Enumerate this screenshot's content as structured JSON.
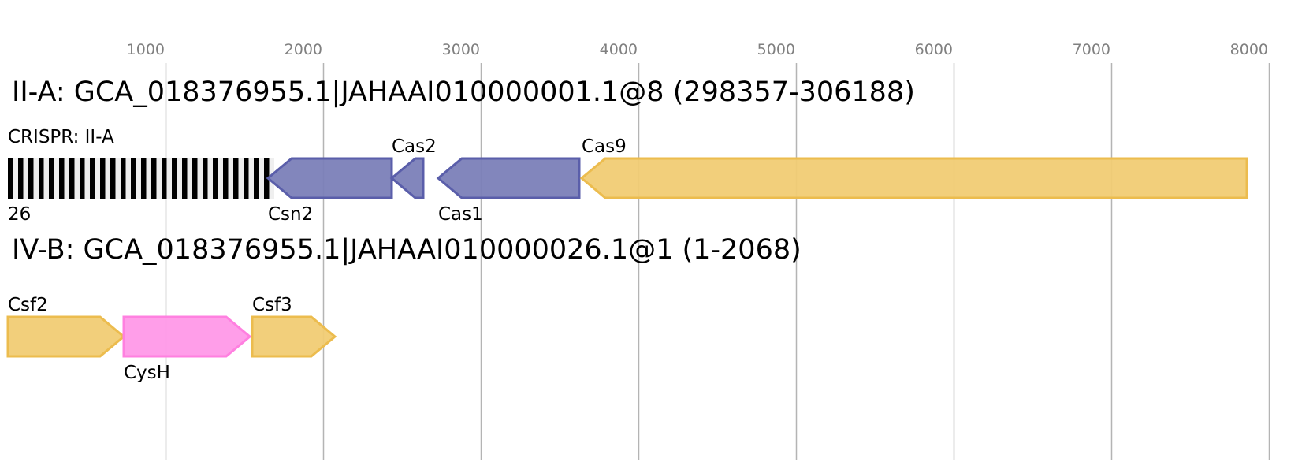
{
  "axis": {
    "ticks": [
      1000,
      2000,
      3000,
      4000,
      5000,
      6000,
      7000,
      8000
    ],
    "tick_labels": [
      "1000",
      "2000",
      "3000",
      "4000",
      "5000",
      "6000",
      "7000",
      "8000"
    ],
    "range": [
      0,
      8000
    ]
  },
  "colors": {
    "grid": "#b4b4b4",
    "tick_text": "#808080",
    "cas_blue_fill": "#7b7fb8",
    "cas_blue_stroke": "#5a5eaa",
    "yellow_fill": "#f1cc74",
    "yellow_stroke": "#ecbc4e",
    "pink_fill": "#ff99e8",
    "pink_stroke": "#ff80e0",
    "crispr_bar": "#000000",
    "crispr_bg": "#efefef"
  },
  "tracks": [
    {
      "title": "II-A: GCA_018376955.1|JAHAAI010000001.1@8 (298357-306188)",
      "crispr": {
        "label": "CRISPR: II-A",
        "count_label": "26",
        "start": 0,
        "end": 1700,
        "repeats": 26
      },
      "genes": [
        {
          "name": "Csn2",
          "start": 1650,
          "end": 2435,
          "strand": "-",
          "color": "blue",
          "label_pos": "below"
        },
        {
          "name": "Cas2",
          "start": 2435,
          "end": 2635,
          "strand": "-",
          "color": "blue",
          "label_pos": "above"
        },
        {
          "name": "Cas1",
          "start": 2730,
          "end": 3625,
          "strand": "-",
          "color": "blue",
          "label_pos": "below"
        },
        {
          "name": "Cas9",
          "start": 3640,
          "end": 7860,
          "strand": "-",
          "color": "yellow",
          "label_pos": "above"
        }
      ]
    },
    {
      "title": "IV-B: GCA_018376955.1|JAHAAI010000026.1@1 (1-2068)",
      "genes": [
        {
          "name": "Csf2",
          "start": 0,
          "end": 735,
          "strand": "+",
          "color": "yellow",
          "label_pos": "above"
        },
        {
          "name": "CysH",
          "start": 735,
          "end": 1535,
          "strand": "+",
          "color": "pink",
          "label_pos": "below"
        },
        {
          "name": "Csf3",
          "start": 1550,
          "end": 2075,
          "strand": "+",
          "color": "yellow",
          "label_pos": "above"
        }
      ]
    }
  ]
}
